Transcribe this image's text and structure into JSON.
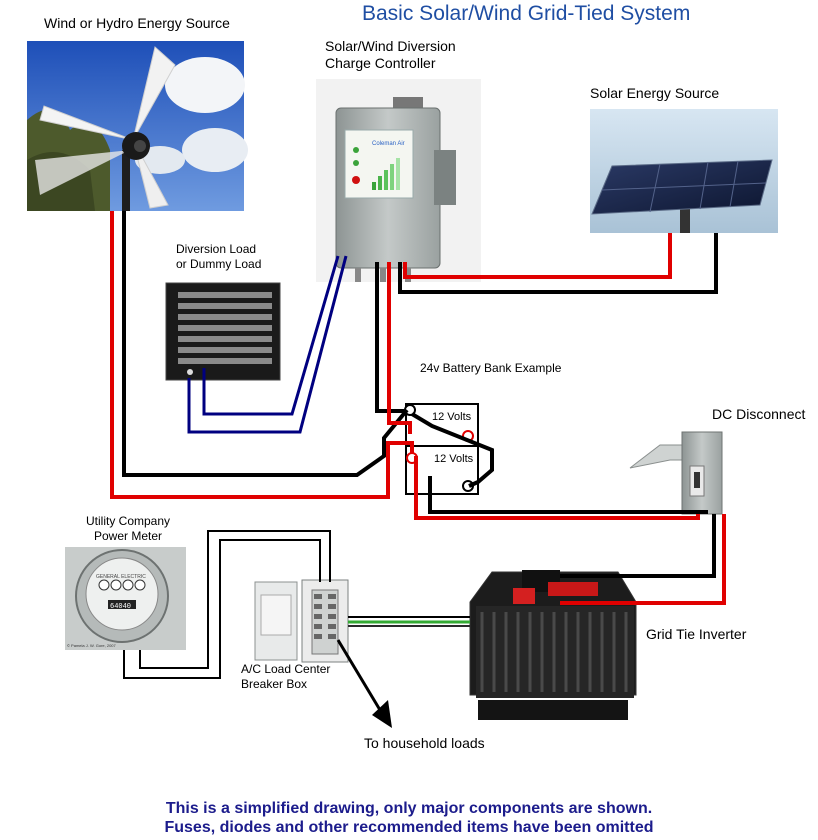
{
  "title": "Basic Solar/Wind Grid-Tied System",
  "labels": {
    "wind_source": "Wind or Hydro Energy Source",
    "controller_line1": "Solar/Wind Diversion",
    "controller_line2": "Charge Controller",
    "solar_source": "Solar Energy Source",
    "diversion_line1": "Diversion Load",
    "diversion_line2": "or Dummy Load",
    "battery_bank": "24v Battery Bank Example",
    "battery_top": "12 Volts",
    "battery_bottom": "12 Volts",
    "dc_disconnect": "DC Disconnect",
    "meter_line1": "Utility Company",
    "meter_line2": "Power Meter",
    "meter_reading": "64040",
    "inverter": "Grid Tie Inverter",
    "load_center_line1": "A/C Load Center",
    "load_center_line2": "Breaker Box",
    "household": "To household loads",
    "controller_brand": "Coleman Air",
    "meter_brand": "GENERAL ELECTRIC",
    "meter_copyright": "© Pamela J. W. Gore, 2007"
  },
  "footnote": {
    "line1": "This is a simplified drawing, only major components are shown.",
    "line2": "Fuses, diodes and other recommended items have been omitted"
  },
  "colors": {
    "title": "#1f4ea3",
    "footnote": "#1c1c8c",
    "positive_wire": "#e00000",
    "negative_wire": "#000000",
    "diversion_wire": "#000080",
    "ground_wire": "#33aa33"
  }
}
